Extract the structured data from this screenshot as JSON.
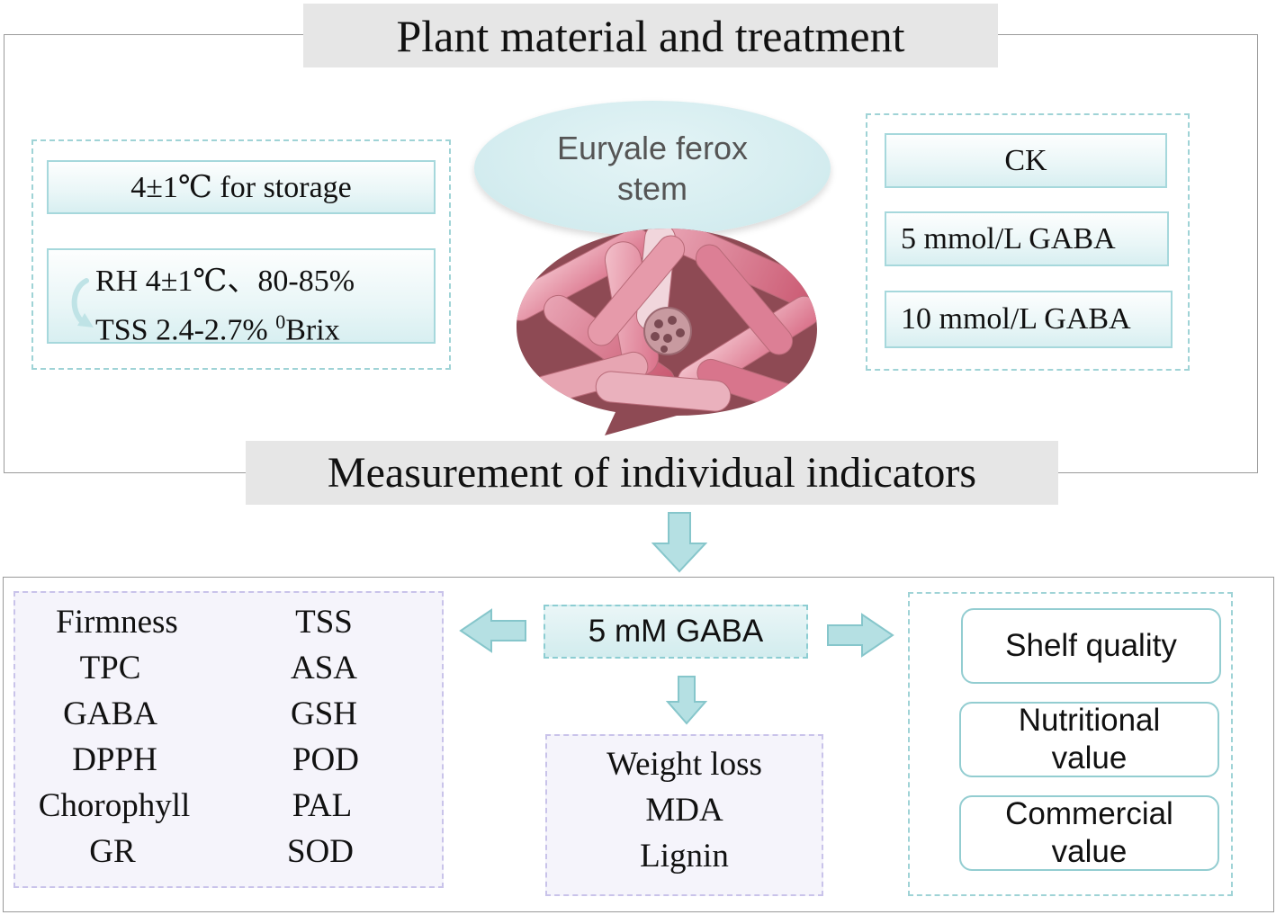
{
  "section1": {
    "title": "Plant material and treatment",
    "storage": "4±1℃ for storage",
    "conditions": {
      "line1": "RH 4±1℃、80-85%",
      "line2_prefix": "TSS 2.4-2.7% ",
      "line2_sup": "0",
      "line2_suffix": "Brix"
    },
    "material": {
      "line1": "Euryale ferox",
      "line2": "stem"
    },
    "treatments": [
      "CK",
      "5 mmol/L GABA",
      "10 mmol/L GABA"
    ]
  },
  "section2": {
    "title": "Measurement of individual indicators",
    "center_label": "5 mM GABA",
    "indicators_left": [
      "Firmness",
      "TPC",
      "GABA",
      "DPPH",
      "Chorophyll",
      "GR"
    ],
    "indicators_right": [
      "TSS",
      "ASA",
      "GSH",
      "POD",
      "PAL",
      "SOD"
    ],
    "indicators_bottom": [
      "Weight loss",
      "MDA",
      "Lignin"
    ],
    "outcomes": [
      {
        "line1": "Shelf quality",
        "line2": ""
      },
      {
        "line1": "Nutritional",
        "line2": "value"
      },
      {
        "line1": "Commercial",
        "line2": "value"
      }
    ]
  },
  "colors": {
    "teal": "#a6d8dc",
    "lavender": "#c9c3ea",
    "titlebar": "#e6e6e6",
    "bubble": "#d6eef1",
    "stem_pink": "#e28a9e"
  }
}
